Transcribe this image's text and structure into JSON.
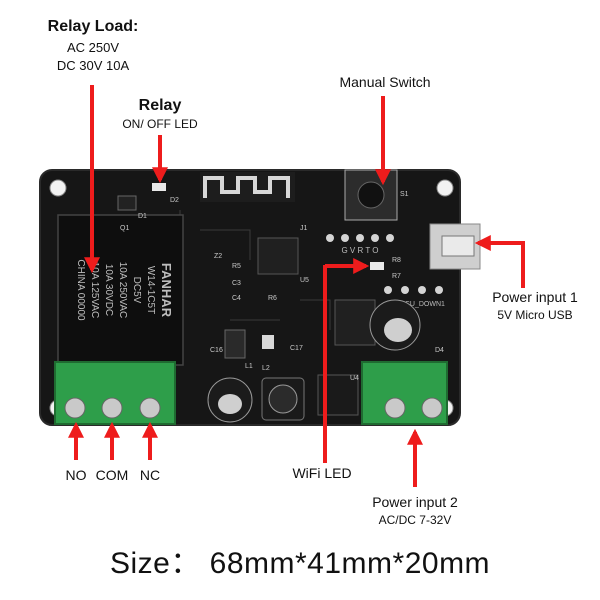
{
  "labels": {
    "relay_load": {
      "title": "Relay Load:",
      "line1": "AC 250V",
      "line2": "DC 30V 10A"
    },
    "relay_led": {
      "title": "Relay",
      "sub": "ON/ OFF LED"
    },
    "manual_switch": "Manual Switch",
    "power_input_1": {
      "title": "Power input 1",
      "sub": "5V Micro USB"
    },
    "power_input_2": {
      "title": "Power input 2",
      "sub": "AC/DC 7-32V"
    },
    "wifi_led": "WiFi LED",
    "terminals": {
      "no": "NO",
      "com": "COM",
      "nc": "NC"
    },
    "size": "Size： 68mm*41mm*20mm"
  },
  "board": {
    "relay_text": [
      "FANHAR",
      "W14-1C5T",
      "DC5V",
      "10A 250VAC",
      "10A 30VDC",
      "10A 125VAC",
      "CHINA 00000"
    ],
    "switch_pins": "G V R T O",
    "mcu_label": "MCU_DOWN1",
    "silk": [
      "D1",
      "D2",
      "R5",
      "Q1",
      "R6",
      "S1",
      "Z2",
      "C17",
      "C16",
      "L1",
      "L2",
      "D4",
      "U4",
      "U5",
      "R8",
      "R7",
      "C3",
      "C4",
      "J1"
    ]
  },
  "colors": {
    "arrow": "#ee1c1c",
    "board": "#161616",
    "terminal": "#2e9e4a",
    "relay": "#0e0e0e"
  }
}
